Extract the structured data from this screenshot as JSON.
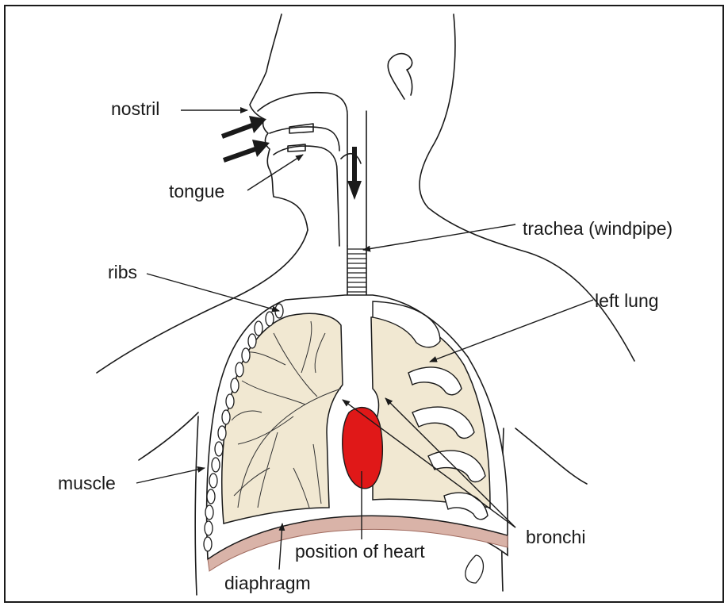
{
  "labels": {
    "nostril": "nostril",
    "tongue": "tongue",
    "trachea": "trachea (windpipe)",
    "ribs": "ribs",
    "left_lung": "left lung",
    "muscle": "muscle",
    "position_of_heart": "position of heart",
    "bronchi": "bronchi",
    "diaphragm": "diaphragm"
  },
  "colors": {
    "outline": "#1a1a1a",
    "lung_fill": "#f1e8d2",
    "heart_fill": "#e01818",
    "diaphragm_muscle": "#c98a7c",
    "background": "#ffffff"
  }
}
